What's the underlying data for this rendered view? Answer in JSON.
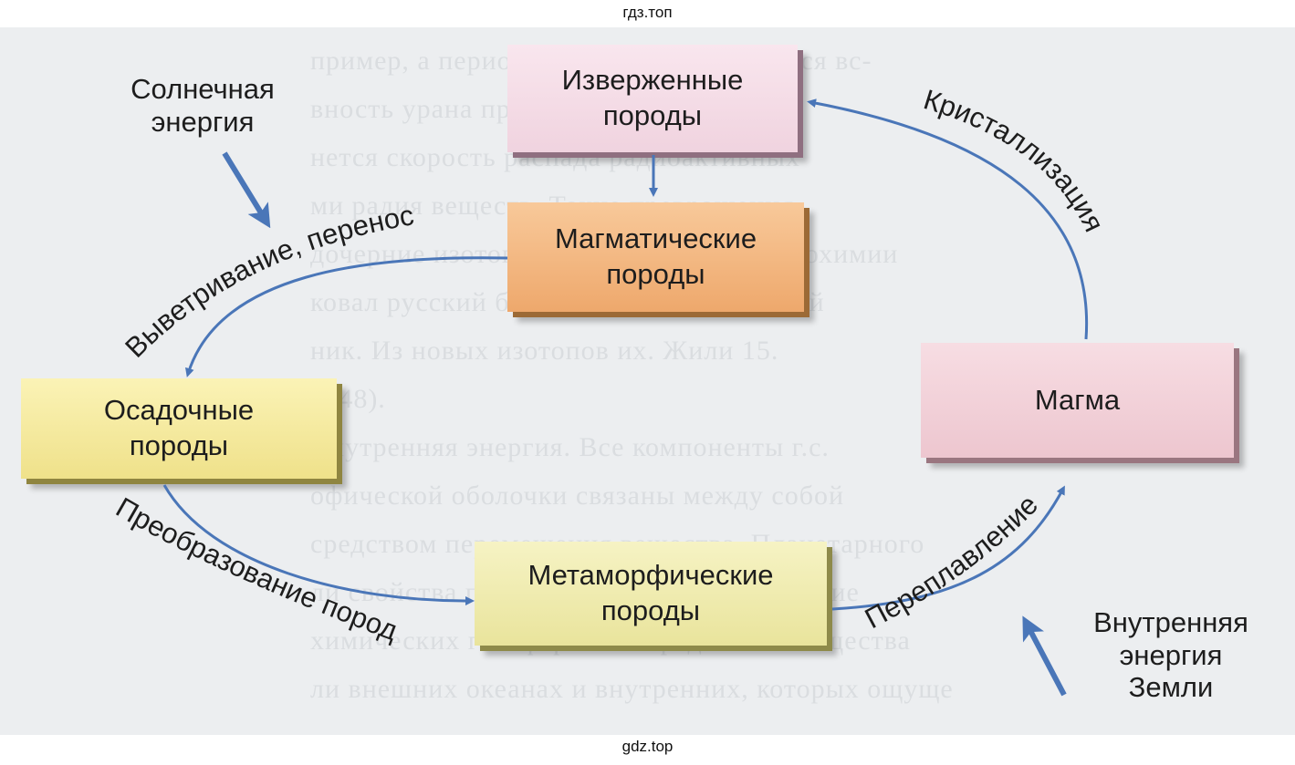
{
  "watermark": {
    "top": "гдз.топ",
    "bottom": "gdz.top"
  },
  "background_text": [
    "пример, а период полураспада снижается вс-",
    "вность урана превращения будет, изме-",
    "нется скорость распада радиоактивных",
    "ми радия веществ. Такие превращения",
    "дочерние изотопы из материнских радиохимии",
    "ковал русский биохимик Ир. Вернадский",
    "ник. Из новых изотопов их. Жили 15.",
    "с. 48).",
    "Внутренняя энергия. Все компоненты г.с.",
    "офической оболочки связаны между собой",
    "средством перемещения вещества. Планетарного",
    "ли свойства потоки энергии, охватывающие",
    "химических геосферы. Распределения вещества",
    "ли внешних океанах и внутренних, которых ощуще"
  ],
  "boxes": {
    "igneous": [
      "Изверженные",
      "породы"
    ],
    "magmatic": [
      "Магматические",
      "породы"
    ],
    "sedimentary": [
      "Осадочные",
      "породы"
    ],
    "metamorphic": [
      "Метаморфические",
      "породы"
    ],
    "magma": [
      "Магма"
    ]
  },
  "labels": {
    "solar_energy": [
      "Солнечная",
      "энергия"
    ],
    "internal_energy": [
      "Внутренняя",
      "энергия",
      "Земли"
    ],
    "weathering": "Выветривание, перенос",
    "crystallization": "Кристаллизация",
    "transformation": "Преобразование пород",
    "remelting": "Переплавление"
  },
  "colors": {
    "arrow": "#4a76b8",
    "text": "#1d1d1d"
  }
}
